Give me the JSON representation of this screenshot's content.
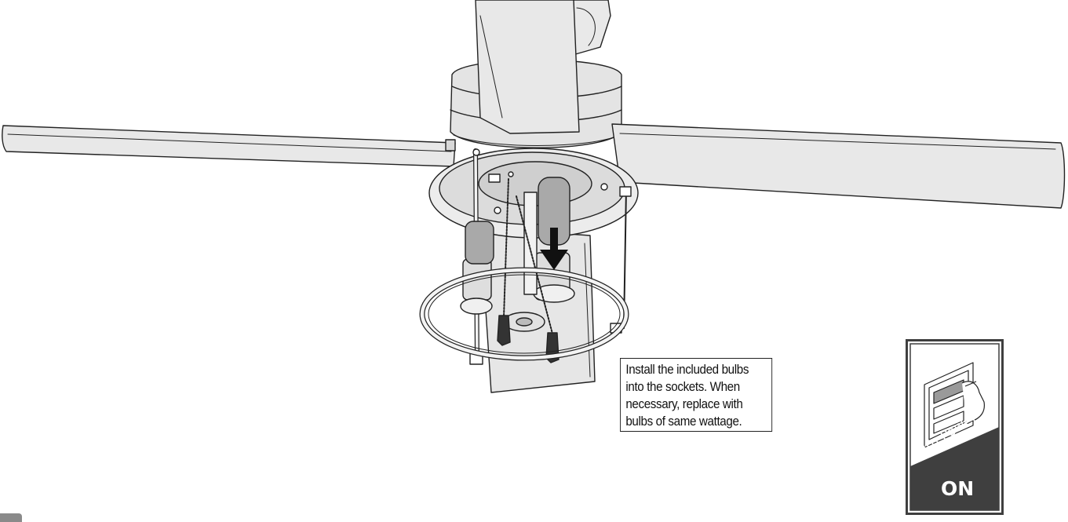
{
  "instruction": {
    "lines": [
      "Install the included bulbs",
      "into the sockets. When",
      "necessary, replace with",
      "bulbs of same wattage."
    ]
  },
  "power_panel": {
    "line1": "Turn Power",
    "line2": "ON",
    "icon": "light-switch-icon"
  },
  "colors": {
    "panel_dark": "#3f3f3f",
    "blade_fill": "#e6e6e6",
    "outline": "#222222",
    "bulb_fill": "#a9a9a9"
  }
}
